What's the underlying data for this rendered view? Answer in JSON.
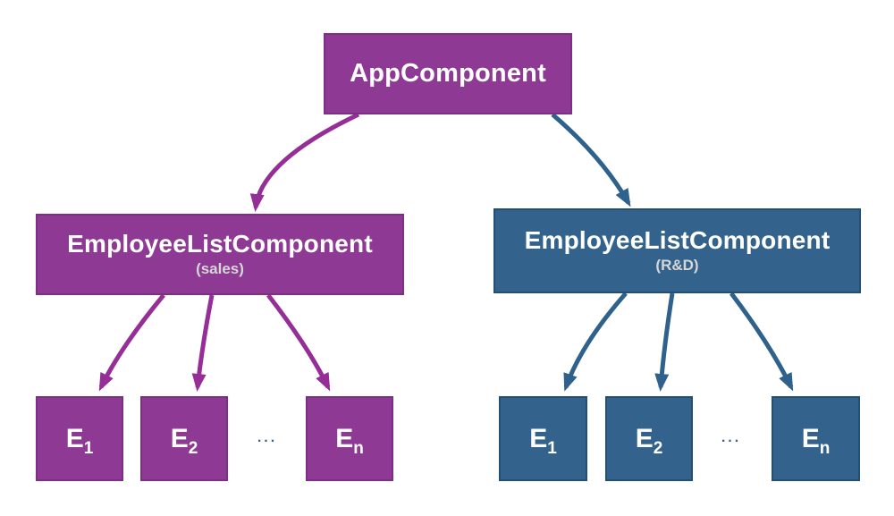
{
  "root": {
    "label": "AppComponent"
  },
  "groups": [
    {
      "title": "EmployeeListComponent",
      "subtitle": "(sales)",
      "theme_color": "#8e3a94",
      "children": [
        {
          "base": "E",
          "sub": "1"
        },
        {
          "base": "E",
          "sub": "2"
        },
        {
          "base": "E",
          "sub": "n"
        }
      ],
      "ellipsis": "..."
    },
    {
      "title": "EmployeeListComponent",
      "subtitle": "(R&D)",
      "theme_color": "#33638c",
      "children": [
        {
          "base": "E",
          "sub": "1"
        },
        {
          "base": "E",
          "sub": "2"
        },
        {
          "base": "E",
          "sub": "n"
        }
      ],
      "ellipsis": "..."
    }
  ],
  "colors": {
    "background": "#ffffff",
    "purple_fill": "#8e3a94",
    "purple_border": "#7d2e85",
    "blue_fill": "#33638c",
    "blue_border": "#224f72",
    "arrow_purple": "#962e98",
    "arrow_blue": "#2e618c",
    "title_text": "#ffffff",
    "subtitle_text": "#d6d6d6",
    "ellipsis_dots": "#3c6394"
  }
}
